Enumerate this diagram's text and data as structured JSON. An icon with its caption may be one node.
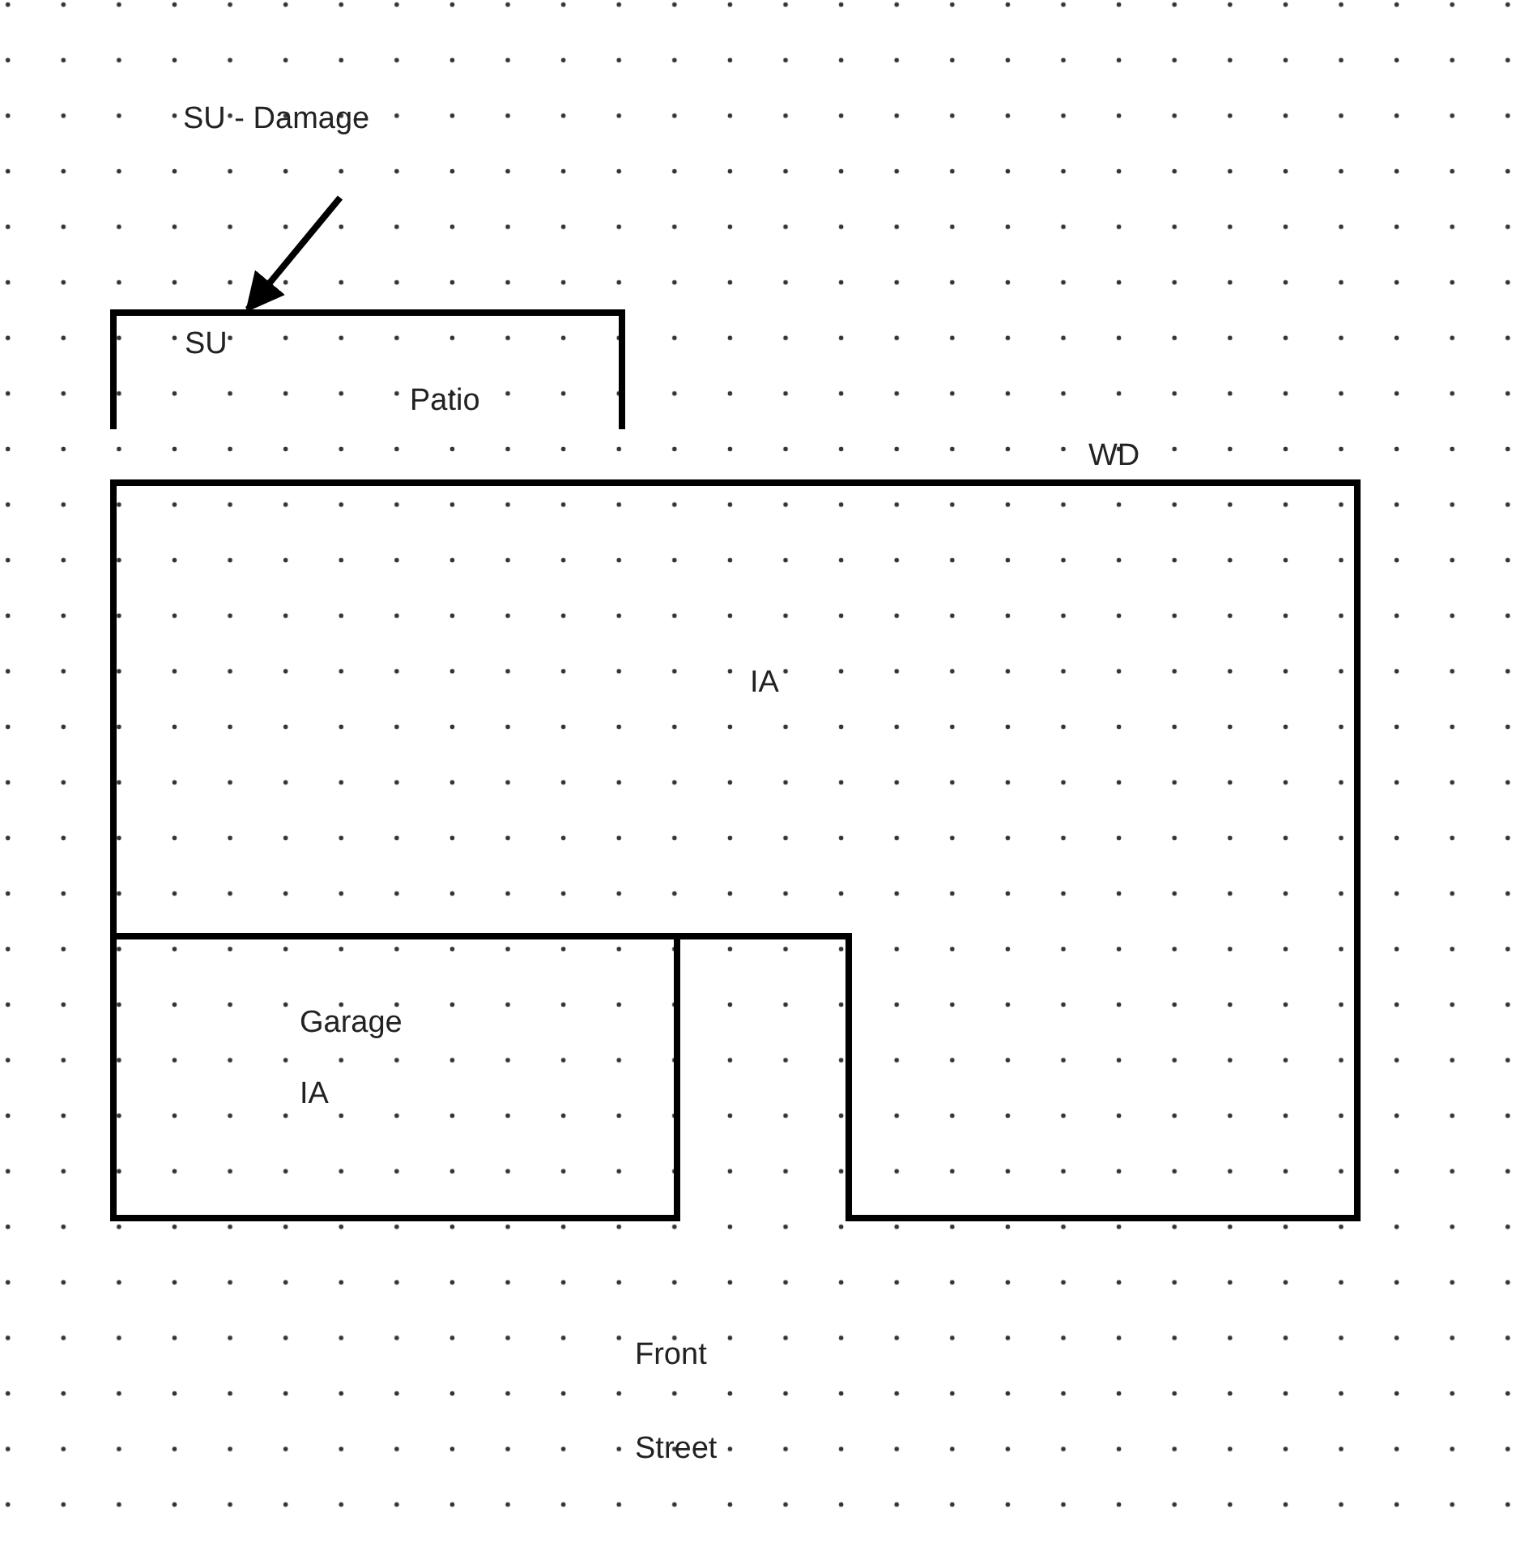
{
  "diagram": {
    "nodes": [
      {
        "text": [
          "SU - Damage"
        ]
      },
      {
        "text": [
          "SU",
          "Patio"
        ]
      },
      {
        "text": [
          "WD",
          "IA"
        ]
      },
      {
        "text": [
          "Garage",
          "IA"
        ],
        "in": 2
      }
    ],
    "edges": [
      {
        "from": 0,
        "to": 1,
        "arrow": "to"
      }
    ],
    "labels": [
      "Front Street"
    ]
  }
}
